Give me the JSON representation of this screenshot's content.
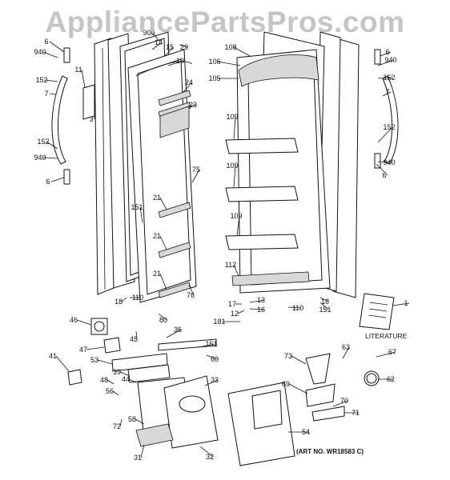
{
  "watermark": "AppliancePartsPros.com",
  "art_number": "(ART NO. WR18583 C)",
  "literature_caption": "LITERATURE",
  "callouts": [
    "1",
    "3",
    "6",
    "7",
    "11",
    "12",
    "13",
    "14",
    "15",
    "16",
    "17",
    "18",
    "19",
    "21",
    "23",
    "24",
    "29",
    "31",
    "32",
    "33",
    "36",
    "39",
    "41",
    "44",
    "45",
    "46",
    "47",
    "48",
    "53",
    "54",
    "56",
    "58",
    "60",
    "62",
    "63",
    "67",
    "69",
    "70",
    "71",
    "72",
    "73",
    "75",
    "76",
    "80",
    "105",
    "106",
    "108",
    "109",
    "110",
    "112",
    "151",
    "152",
    "181",
    "900",
    "940"
  ]
}
